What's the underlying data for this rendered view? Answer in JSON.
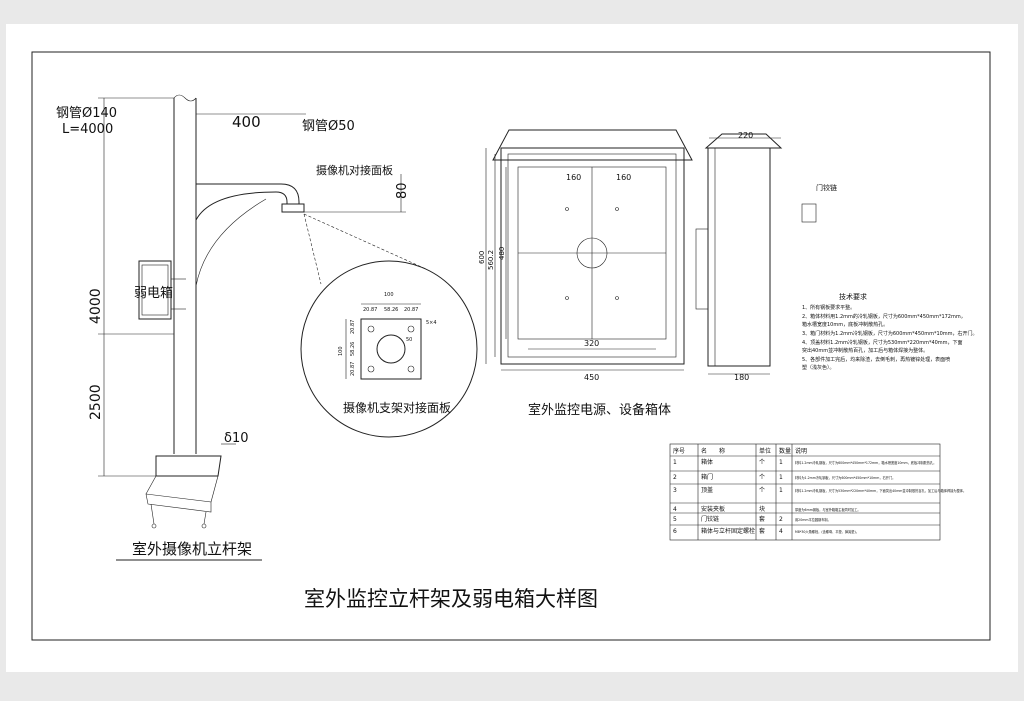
{
  "title": "室外监控立杆架及弱电箱大样图",
  "pole": {
    "caption": "室外摄像机立杆架",
    "pipe_main": "钢管Ø140",
    "pipe_len": "L=4000",
    "arm_len": "400",
    "pipe_arm": "钢管Ø50",
    "mount_plate": "摄像机对接面板",
    "dim_80": "80",
    "dim_4000": "4000",
    "dim_2500": "2500",
    "box_label": "弱电箱",
    "base_thickness": "δ10"
  },
  "detail": {
    "caption": "摄像机支架对接面板",
    "dim_top": "100",
    "dim_parts": [
      "20.87",
      "58.26",
      "20.87"
    ],
    "dim_side": "100",
    "dim_side_parts": [
      "20.87",
      "58.26",
      "20.87"
    ],
    "hole_big": "50",
    "hole_small": "5×4"
  },
  "cabinet": {
    "caption": "室外监控电源、设备箱体",
    "width_front": "450",
    "inner_width": "320",
    "half_widths": [
      "160",
      "160"
    ],
    "height_outer": "600",
    "height_inner": "560.2",
    "height_door": "480",
    "side_top": "220",
    "side_bottom": "180",
    "hinge_label": "门铰链"
  },
  "tech_notes": {
    "title": "技术要求",
    "items": [
      "1、所有钢板要求平整。",
      "2、箱体材料用1.2mm的冷轧钢板，尺寸为600mm*450mm*172mm，",
      "   箱水槽宽度10mm，底板冲制散热孔。",
      "3、箱门材料为1.2mm冷轧钢板，尺寸为600mm*450mm*10mm，右开门。",
      "4、顶盖材料1.2mm冷轧钢板，尺寸为530mm*220mm*40mm，下面",
      "   突出40mm並冲制散热百孔，加工后与箱体焊接为整体。",
      "5、各部件加工完后，均来除渣，去倒毛刺，再热镀锌处理，表面喷",
      "   塑（浅灰色）。"
    ]
  },
  "bom": {
    "headers": [
      "序号",
      "名　　称",
      "单位",
      "数量",
      "说明"
    ],
    "rows": [
      [
        "1",
        "箱体",
        "个",
        "1",
        "材料1.2mm冷轧钢板，尺寸为600mm*450mm*172mm，箱水槽宽度10mm，底板冲制散热孔。"
      ],
      [
        "2",
        "箱门",
        "个",
        "1",
        "材料为1.2mm冷轧钢板，尺寸为600mm*450mm*10mm，右开门。"
      ],
      [
        "3",
        "顶盖",
        "个",
        "1",
        "材料1.2mm冷轧钢板，尺寸为530mm*220mm*40mm，下面突出40mm並冲制散热百孔，加工后与箱体焊接为整体。"
      ],
      [
        "4",
        "安装夹板",
        "块",
        "",
        "厚度为6mm钢板，与室外箱箱主板同时加工。"
      ],
      [
        "5",
        "门铰链",
        "套",
        "2",
        "用20mm平拉圆钢车制。"
      ],
      [
        "6",
        "箱体与立杆固定螺栓",
        "套",
        "4",
        "M8*30六角螺栓，(含螺母、平垫、弹簧垫)。"
      ]
    ]
  }
}
